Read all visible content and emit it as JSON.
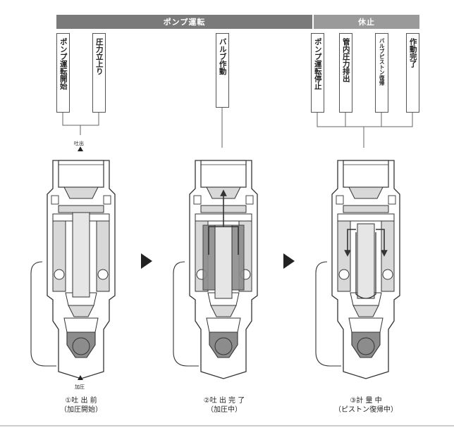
{
  "phases": {
    "running": "ポンプ運転",
    "stopped": "休止"
  },
  "labels": [
    "ポンプ運転開始",
    "圧力立上り",
    "バルブ作動",
    "ポンプ運転停止",
    "管内圧力排出",
    "バルブピストン復帰",
    "作動完了"
  ],
  "markers": {
    "discharge": "吐出",
    "pressurize": "加圧"
  },
  "captions": [
    {
      "line1": "①吐 出 前",
      "line2": "（加圧開始）"
    },
    {
      "line1": "②吐 出 完 了",
      "line2": "（加圧中）"
    },
    {
      "line1": "③計 量 中",
      "line2": "（ピストン復帰中）"
    }
  ],
  "colors": {
    "running_bar": "#7a7a7a",
    "stopped_bar": "#9a9a9a",
    "metal_fill": "#d8d8d8",
    "chamber_fill": "#8c8c8c",
    "flow_arrow": "#444444"
  }
}
